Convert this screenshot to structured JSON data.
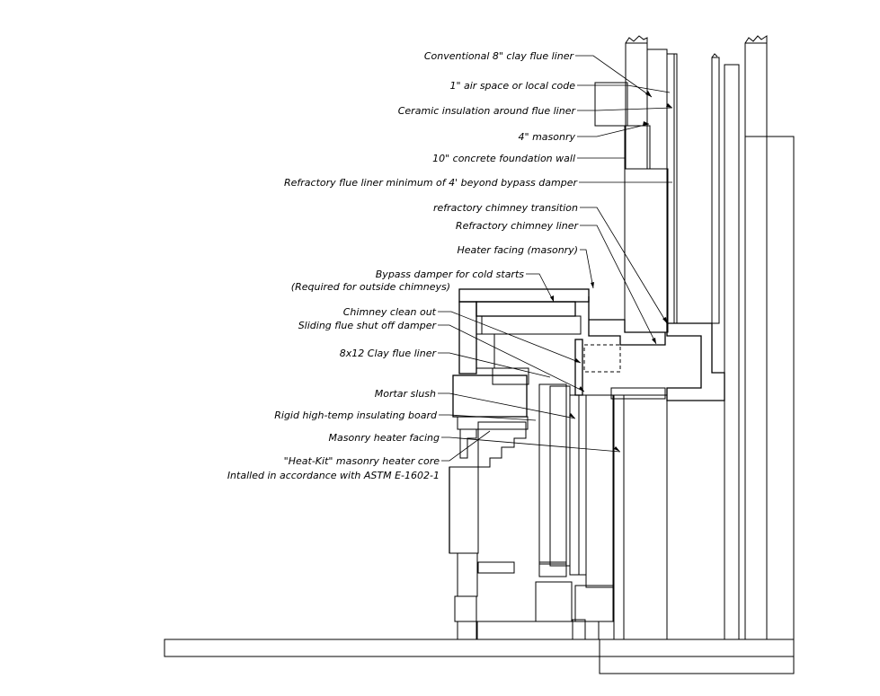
{
  "labels": {
    "clay_flue_liner": "Conventional 8\" clay flue liner",
    "air_space": "1\" air space or local code",
    "ceramic_insulation": "Ceramic insulation around flue liner",
    "masonry_4in": "4\" masonry",
    "concrete_wall": "10\" concrete foundation wall",
    "refractory_flue_liner": "Refractory flue liner minimum of 4' beyond bypass damper",
    "chimney_transition": "refractory chimney transition",
    "chimney_liner": "Refractory chimney liner",
    "heater_facing_top": "Heater facing (masonry)",
    "bypass_damper_1": "Bypass damper for cold starts",
    "bypass_damper_2": "(Required for outside chimneys)",
    "clean_out": "Chimney clean out",
    "sliding_damper": "Sliding flue shut off damper",
    "clay_liner_8x12": "8x12 Clay flue liner",
    "mortar_slush": "Mortar slush",
    "insulating_board": "Rigid high-temp insulating board",
    "masonry_facing": "Masonry heater facing",
    "heat_kit_1": "\"Heat-Kit\" masonry heater core",
    "heat_kit_2": "Intalled in accordance with ASTM E-1602-1"
  }
}
